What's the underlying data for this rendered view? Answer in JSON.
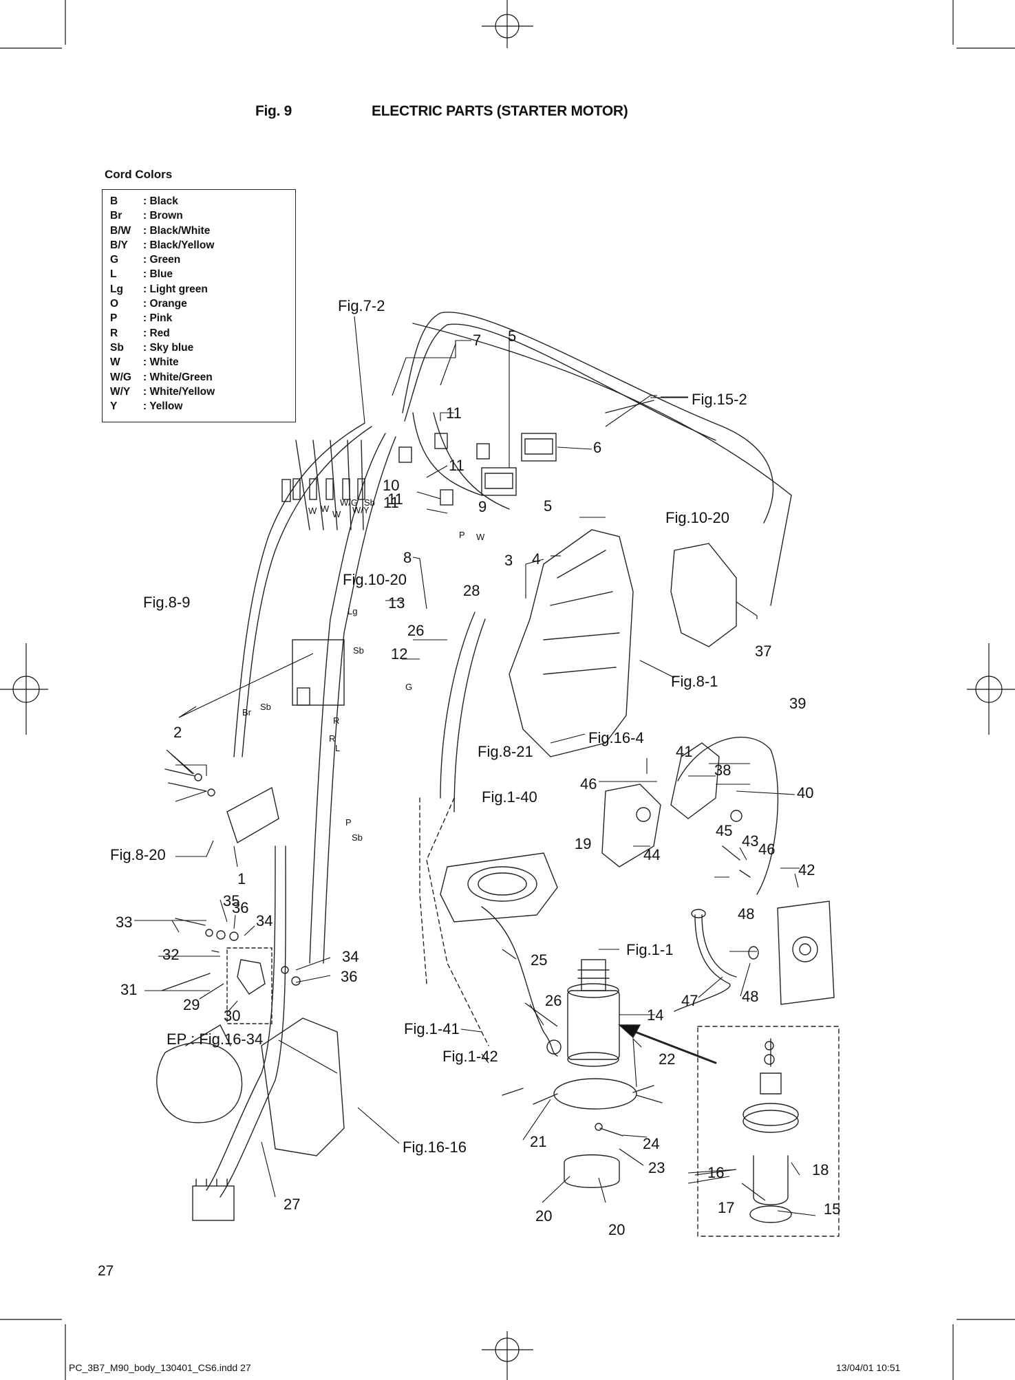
{
  "figure": {
    "number": "Fig. 9",
    "title": "ELECTRIC PARTS (STARTER MOTOR)"
  },
  "cord_colors": {
    "heading": "Cord Colors",
    "entries": [
      {
        "code": "B",
        "name": ": Black"
      },
      {
        "code": "Br",
        "name": ": Brown"
      },
      {
        "code": "B/W",
        "name": ": Black/White"
      },
      {
        "code": "B/Y",
        "name": ": Black/Yellow"
      },
      {
        "code": "G",
        "name": ": Green"
      },
      {
        "code": "L",
        "name": ": Blue"
      },
      {
        "code": "Lg",
        "name": ": Light green"
      },
      {
        "code": "O",
        "name": ": Orange"
      },
      {
        "code": "P",
        "name": ": Pink"
      },
      {
        "code": "R",
        "name": ": Red"
      },
      {
        "code": "Sb",
        "name": ": Sky blue"
      },
      {
        "code": "W",
        "name": ": White"
      },
      {
        "code": "W/G",
        "name": ": White/Green"
      },
      {
        "code": "W/Y",
        "name": ": White/Yellow"
      },
      {
        "code": "Y",
        "name": ": Yellow"
      }
    ]
  },
  "callouts": [
    "1",
    "2",
    "3",
    "4",
    "5",
    "5",
    "6",
    "7",
    "8",
    "9",
    "10",
    "11",
    "11",
    "11",
    "11",
    "12",
    "13",
    "14",
    "15",
    "16",
    "17",
    "18",
    "19",
    "20",
    "20",
    "21",
    "22",
    "23",
    "24",
    "25",
    "26",
    "26",
    "27",
    "28",
    "29",
    "30",
    "31",
    "32",
    "33",
    "34",
    "34",
    "35",
    "36",
    "36",
    "37",
    "38",
    "39",
    "40",
    "41",
    "42",
    "43",
    "44",
    "45",
    "46",
    "46",
    "47",
    "48",
    "48"
  ],
  "references": [
    "Fig.7-2",
    "Fig.15-2",
    "Fig.10-20",
    "Fig.10-20",
    "Fig.8-9",
    "Fig.8-1",
    "Fig.16-4",
    "Fig.8-21",
    "Fig.1-40",
    "Fig.8-20",
    "Fig.1-1",
    "Fig.1-41",
    "Fig.1-42",
    "EP : Fig.16-34",
    "Fig.16-16"
  ],
  "wire_tags": [
    "W",
    "W",
    "W",
    "W/G",
    "W/Y",
    "Sb",
    "P",
    "W",
    "Lg",
    "Sb",
    "Br",
    "Sb",
    "R",
    "R",
    "L",
    "G",
    "P",
    "Sb"
  ],
  "page_number": "27",
  "slug": "PC_3B7_M90_body_130401_CS6.indd   27",
  "timestamp": "13/04/01   10:51"
}
